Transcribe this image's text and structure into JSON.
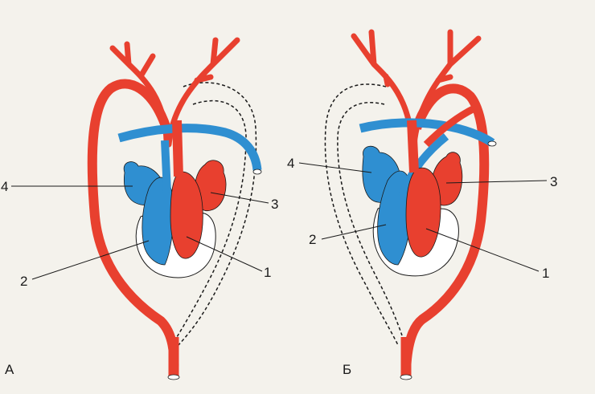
{
  "colors": {
    "artery": "#e8402f",
    "vein": "#2f8fd1",
    "outline": "#1a1a1a",
    "pericardium": "#ffffff",
    "background": "#f4f2ec"
  },
  "panels": [
    {
      "id": "A",
      "letter": "А",
      "labels": {
        "n1": "1",
        "n2": "2",
        "n3": "3",
        "n4": "4"
      }
    },
    {
      "id": "B",
      "letter": "Б",
      "labels": {
        "n1": "1",
        "n2": "2",
        "n3": "3",
        "n4": "4"
      }
    }
  ]
}
